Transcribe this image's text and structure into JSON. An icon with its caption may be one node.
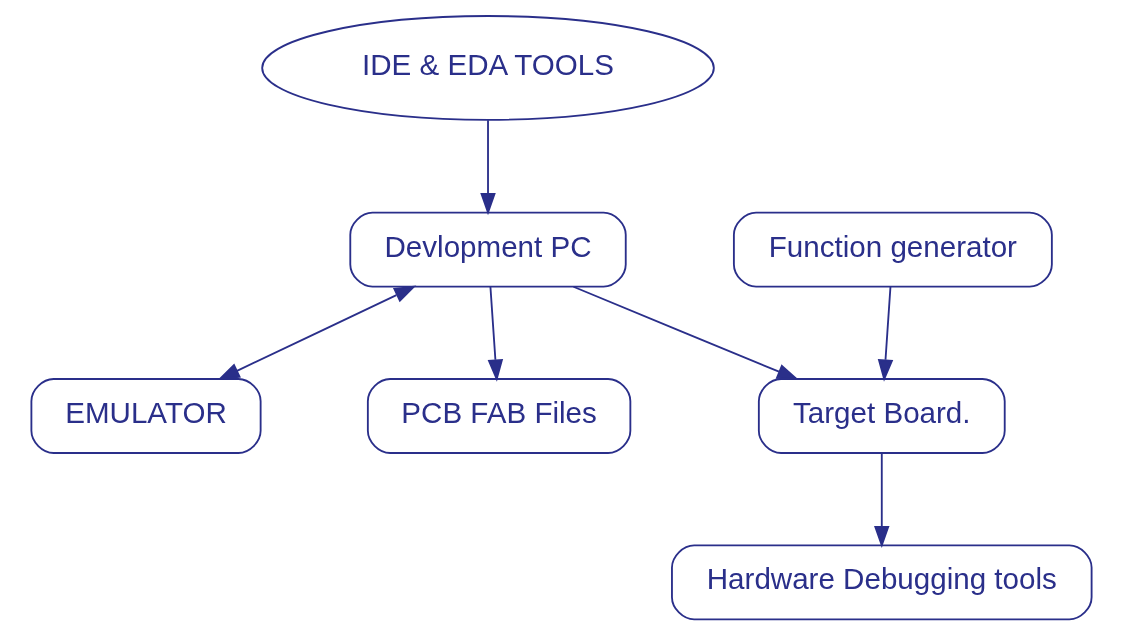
{
  "diagram": {
    "nodes": [
      {
        "text": [
          "IDE & EDA TOOLS"
        ]
      },
      {
        "text": [
          "Devlopment PC"
        ]
      },
      {
        "text": [
          "EMULATOR"
        ]
      },
      {
        "text": [
          "Function generator"
        ]
      },
      {
        "text": [
          "PCB FAB Files"
        ]
      },
      {
        "text": [
          "Target Board."
        ]
      },
      {
        "text": [
          "Hardware Debugging tools"
        ]
      }
    ],
    "edges": [
      {
        "from": 0,
        "to": 1,
        "arrow": "to"
      },
      {
        "from": 1,
        "to": 2,
        "arrow": "both"
      },
      {
        "from": 1,
        "to": 5,
        "arrow": "to"
      },
      {
        "from": 3,
        "to": 5,
        "arrow": "to"
      },
      {
        "from": 1,
        "to": 4,
        "arrow": "to"
      },
      {
        "from": 5,
        "to": 6,
        "arrow": "to"
      }
    ]
  }
}
